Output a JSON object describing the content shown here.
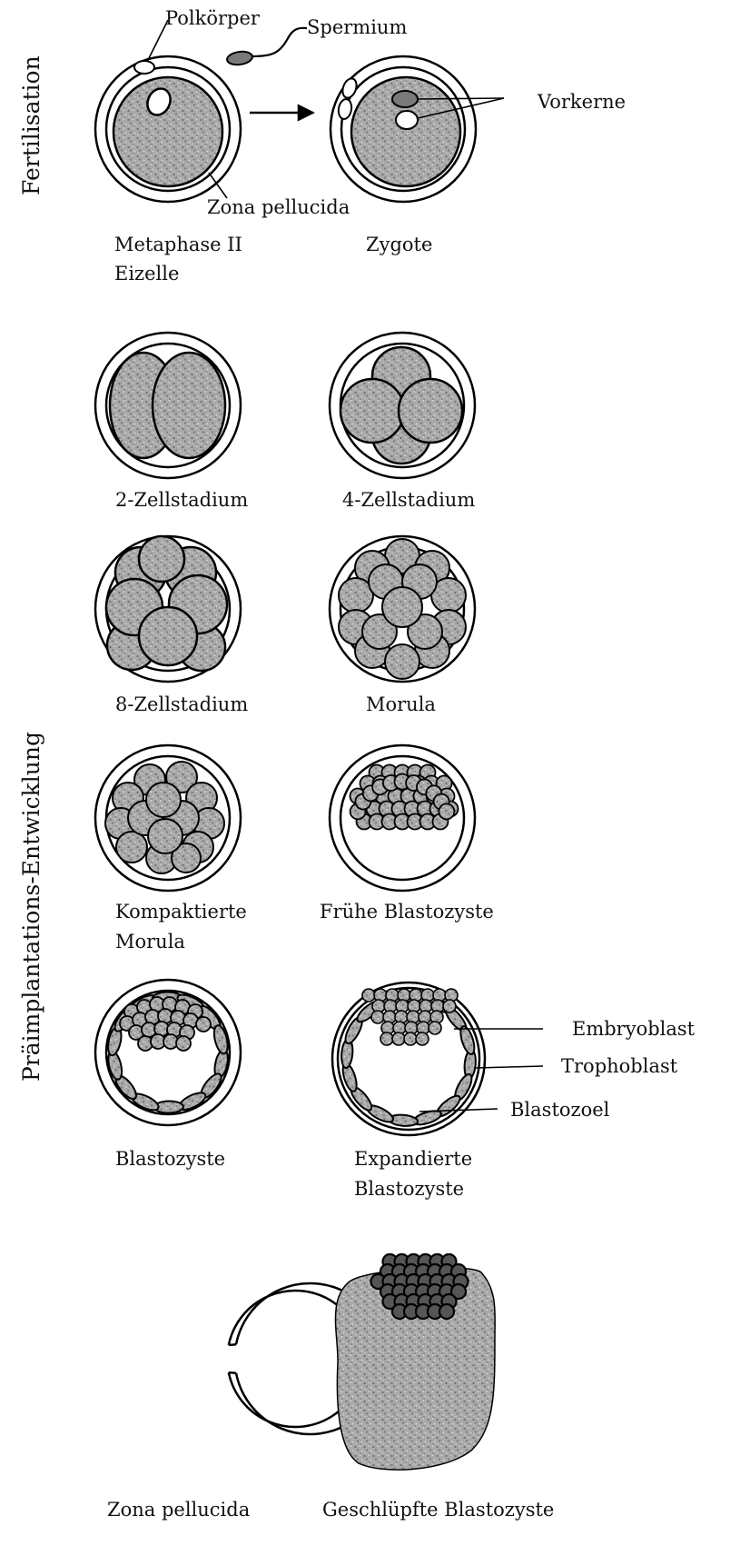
{
  "diagram": {
    "side_labels": {
      "fertilisation": "Fertilisation",
      "preimplantation": "Präimplantations-Entwicklung"
    },
    "annotations": {
      "polar_body": "Polkörper",
      "sperm": "Spermium",
      "pronuclei": "Vorkerne",
      "zona_pellucida_top": "Zona pellucida",
      "embryoblast": "Embryoblast",
      "trophoblast": "Trophoblast",
      "blastocoel": "Blastozoel"
    },
    "stages": {
      "oocyte": {
        "line1": "Metaphase II",
        "line2": "Eizelle"
      },
      "zygote": {
        "line1": "Zygote"
      },
      "two_cell": {
        "line1": "2-Zellstadium"
      },
      "four_cell": {
        "line1": "4-Zellstadium"
      },
      "eight_cell": {
        "line1": "8-Zellstadium"
      },
      "morula": {
        "line1": "Morula"
      },
      "compact_morula": {
        "line1": "Kompaktierte",
        "line2": "Morula"
      },
      "early_blastocyst": {
        "line1": "Frühe Blastozyste"
      },
      "blastocyst": {
        "line1": "Blastozyste"
      },
      "expanded_blastocyst": {
        "line1": "Expandierte",
        "line2": "Blastozyste"
      },
      "zona_empty": {
        "line1": "Zona pellucida"
      },
      "hatched_blastocyst": {
        "line1": "Geschlüpfte Blastozyste"
      }
    }
  }
}
